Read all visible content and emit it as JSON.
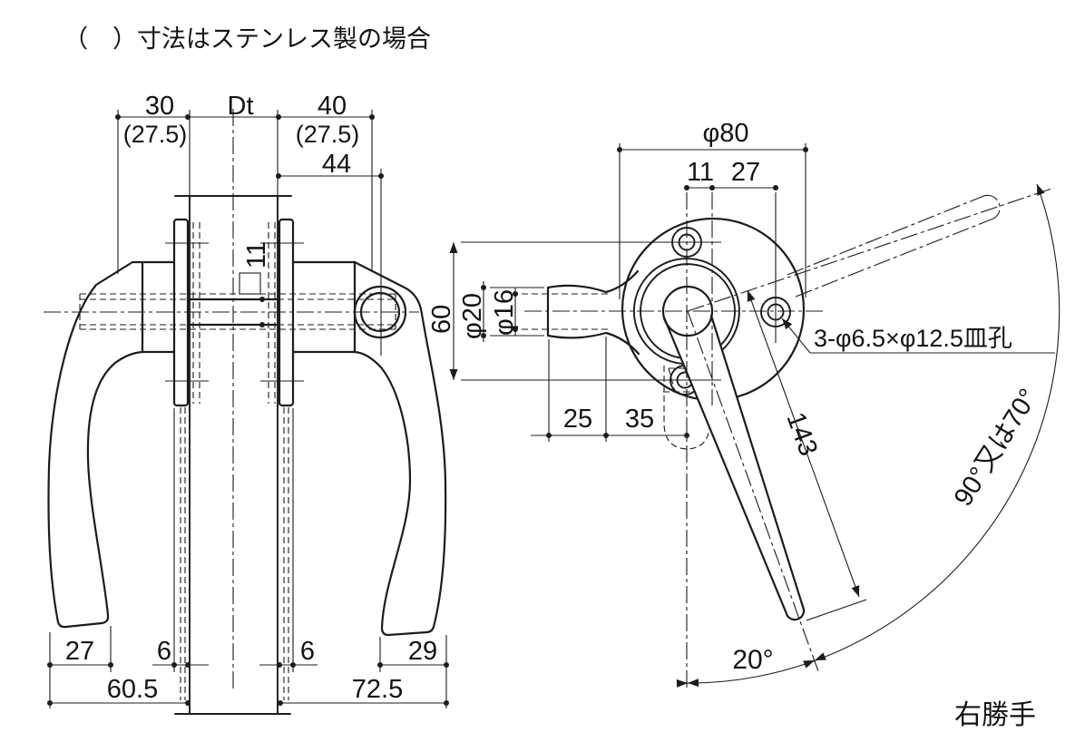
{
  "note": "（　）寸法はステンレス製の場合",
  "front_view": {
    "top_dims": {
      "d30": "30",
      "d30_stainless": "(27.5)",
      "door_thickness": "Dt",
      "d40": "40",
      "d40_stainless": "(27.5)",
      "d44": "44"
    },
    "spindle_square": "11",
    "bottom_dims": {
      "d27": "27",
      "d6_left": "6",
      "d6_right": "6",
      "d29": "29",
      "d60_5": "60.5",
      "d72_5": "72.5"
    }
  },
  "side_view": {
    "dims": {
      "phi80": "φ80",
      "d11": "11",
      "d27": "27",
      "d60": "60",
      "phi20": "φ20",
      "phi16": "φ16",
      "d25": "25",
      "d35": "35",
      "d143": "143"
    },
    "hole_note": "3-φ6.5×φ12.5皿孔",
    "angle_range": "90°又は70°",
    "angle_open": "20°",
    "handedness": "右勝手"
  },
  "colors": {
    "line": "#1c1c1c",
    "background": "#ffffff"
  }
}
